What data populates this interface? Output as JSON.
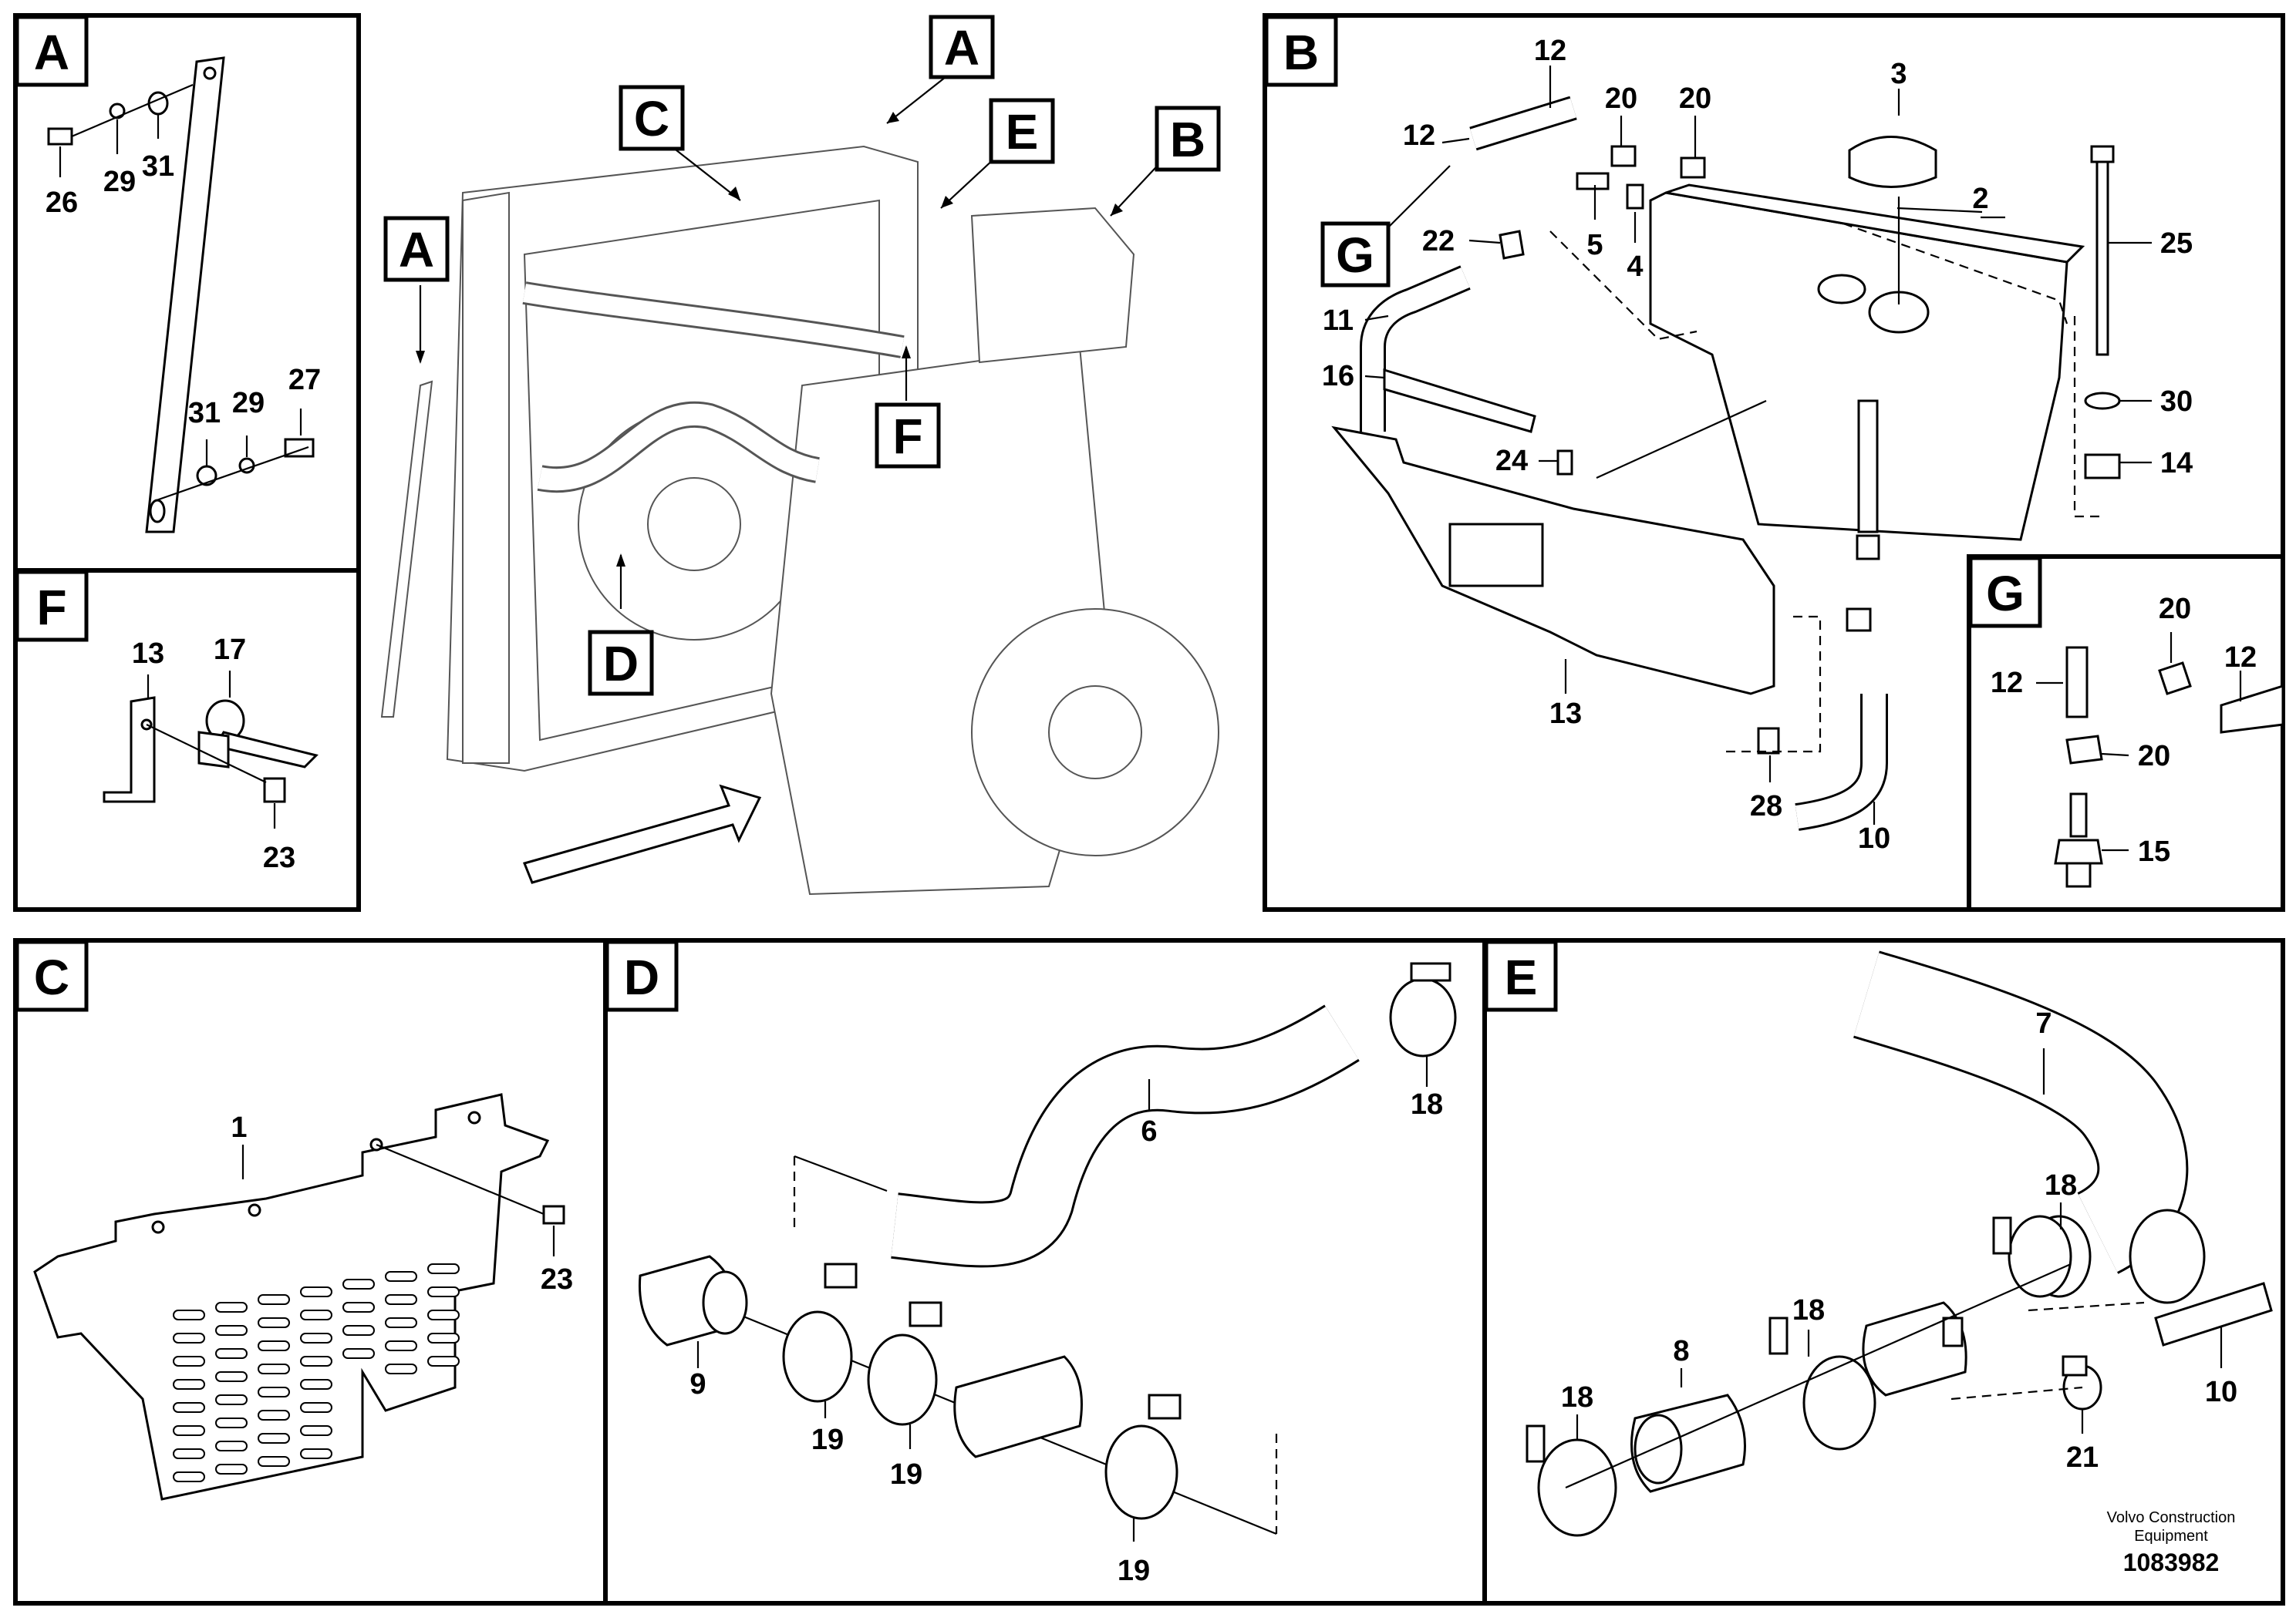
{
  "panels": {
    "A": {
      "letter": "A",
      "parts": [
        "26",
        "29",
        "31",
        "27",
        "31",
        "29"
      ]
    },
    "F": {
      "letter": "F",
      "parts": [
        "13",
        "17",
        "23"
      ]
    },
    "B": {
      "letter": "B",
      "parts": [
        "12",
        "12",
        "20",
        "20",
        "3",
        "2",
        "25",
        "22",
        "5",
        "4",
        "11",
        "16",
        "24",
        "13",
        "30",
        "14",
        "28",
        "10"
      ]
    },
    "G": {
      "letter": "G",
      "parts": [
        "20",
        "12",
        "12",
        "20",
        "15"
      ]
    },
    "C": {
      "letter": "C",
      "parts": [
        "1",
        "23"
      ]
    },
    "D": {
      "letter": "D",
      "parts": [
        "6",
        "18",
        "9",
        "19",
        "19",
        "19"
      ]
    },
    "E": {
      "letter": "E",
      "parts": [
        "7",
        "18",
        "18",
        "18",
        "8",
        "10",
        "21"
      ]
    }
  },
  "overview": {
    "callouts": [
      "A",
      "C",
      "A",
      "E",
      "B",
      "F",
      "D"
    ]
  },
  "inset_G_letter": "G",
  "footer": {
    "company_line1": "Volvo Construction",
    "company_line2": "Equipment",
    "drawing_number": "1083982"
  }
}
